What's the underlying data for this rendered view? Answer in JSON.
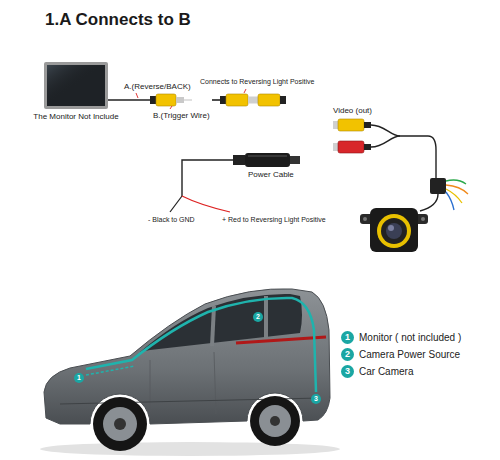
{
  "diagram": {
    "title": "1.A Connects to B",
    "nodes": [
      {
        "text": [
          "The Monitor Not Include"
        ]
      }
    ],
    "labels": [
      "A.(Reverse/BACK)",
      "Connects to Reversing Light Positive",
      "B.(Trigger Wire)",
      "Video (out)",
      "Power Cable",
      "- Black to GND",
      "+ Red to Reversing Light Positive",
      "1",
      "2",
      "3",
      "1",
      "2",
      "3"
    ],
    "legend": [
      {
        "text": "Monitor ( not included )",
        "color": "#1aa6a3"
      },
      {
        "text": "Camera Power Source",
        "color": "#1aa6a3"
      },
      {
        "text": "Car Camera",
        "color": "#1aa6a3"
      }
    ]
  }
}
